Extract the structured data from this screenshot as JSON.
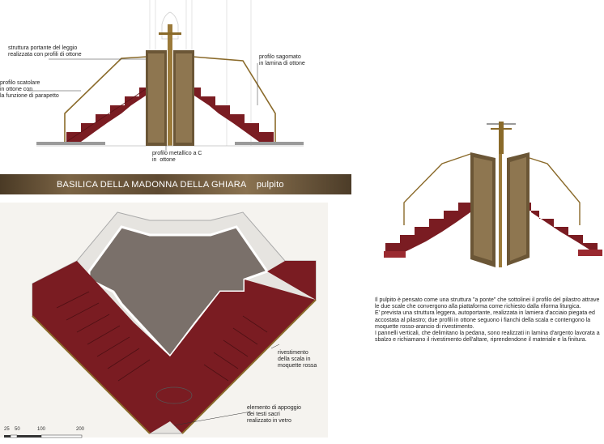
{
  "banner": {
    "title": "BASILICA DELLA MADONNA DELLA GHIARA    pulpito"
  },
  "elevation_labels": {
    "structure": "struttura portante del leggio\nrealizzata con profili di ottone",
    "box_profile": "profilo scatolare\nin ottone con\nla funzione di parapetto",
    "shaped_profile": "profilo sagomato\nin lamina di ottone",
    "c_profile": "profilo metallico a C\nin  ottone"
  },
  "plan_labels": {
    "cladding": "rivestimento\ndella scala in\nmoquette rossa",
    "support": "elemento di appoggio\ndei testi sacri\nrealizzato in vetro"
  },
  "scale_bar": {
    "ticks": [
      "25",
      "50",
      "100",
      "200"
    ]
  },
  "description": {
    "lines": [
      "Il pulpito è pensato come una struttura \"a ponte\"  che sottolinei il profilo del pilastro attrave",
      "le due scale che convergono alla piattaforma come  richiesto dalla riforma liturgica.",
      "E' prevista una struttura leggera, autoportante, realizzata in lamiera d'acciaio piegata  ed",
      "accostata al pilastro; due profili in ottone seguono i fianchi della scala e contengono la",
      "moquette rosso-arancio di rivestimento.",
      "I pannelli verticali, che delimitano la pedana, sono realizzati in lamina  d'argento lavorata a",
      "sbalzo e richiamano il rivestimento dell'altare,  riprendendone il materiale e la finitura."
    ]
  },
  "colors": {
    "brass": "#8a6a2a",
    "carpet": "#7a1c22",
    "carpet_light": "#9a2a30",
    "panel": "#6b5636",
    "floor": "#7a706a"
  }
}
